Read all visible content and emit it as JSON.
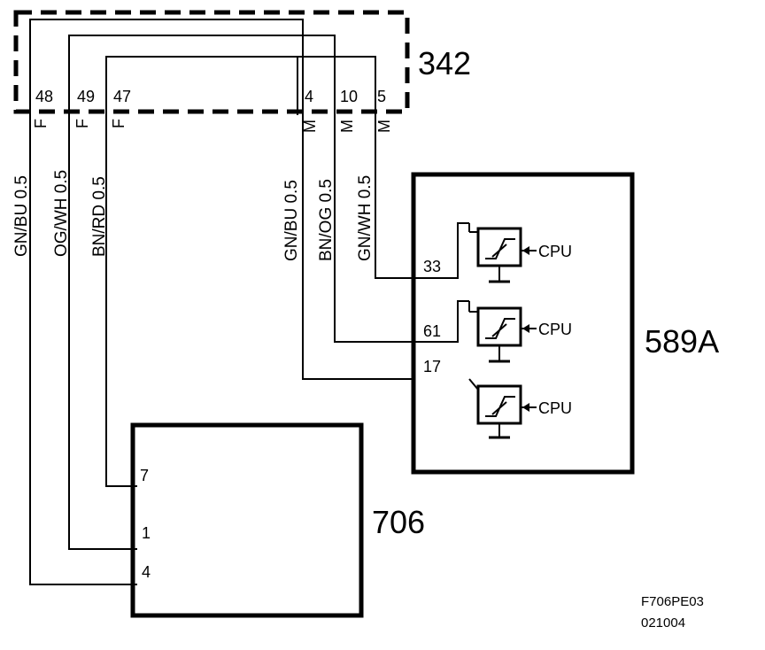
{
  "connector": {
    "id": "342",
    "pins": [
      {
        "num": "48",
        "gender": "F"
      },
      {
        "num": "49",
        "gender": "F"
      },
      {
        "num": "47",
        "gender": "F"
      },
      {
        "num": "4",
        "gender": "M"
      },
      {
        "num": "10",
        "gender": "M"
      },
      {
        "num": "5",
        "gender": "M"
      }
    ]
  },
  "wires": [
    {
      "color": "GN/BU",
      "size": "0.5"
    },
    {
      "color": "OG/WH",
      "size": "0.5"
    },
    {
      "color": "BN/RD",
      "size": "0.5"
    },
    {
      "color": "GN/BU",
      "size": "0.5"
    },
    {
      "color": "BN/OG",
      "size": "0.5"
    },
    {
      "color": "GN/WH",
      "size": "0.5"
    }
  ],
  "module_589A": {
    "id": "589A",
    "pins": [
      "33",
      "61",
      "17"
    ],
    "cpu_label": "CPU"
  },
  "module_706": {
    "id": "706",
    "pins": [
      "7",
      "1",
      "4"
    ]
  },
  "footer": {
    "code": "F706PE03",
    "date": "021004"
  }
}
